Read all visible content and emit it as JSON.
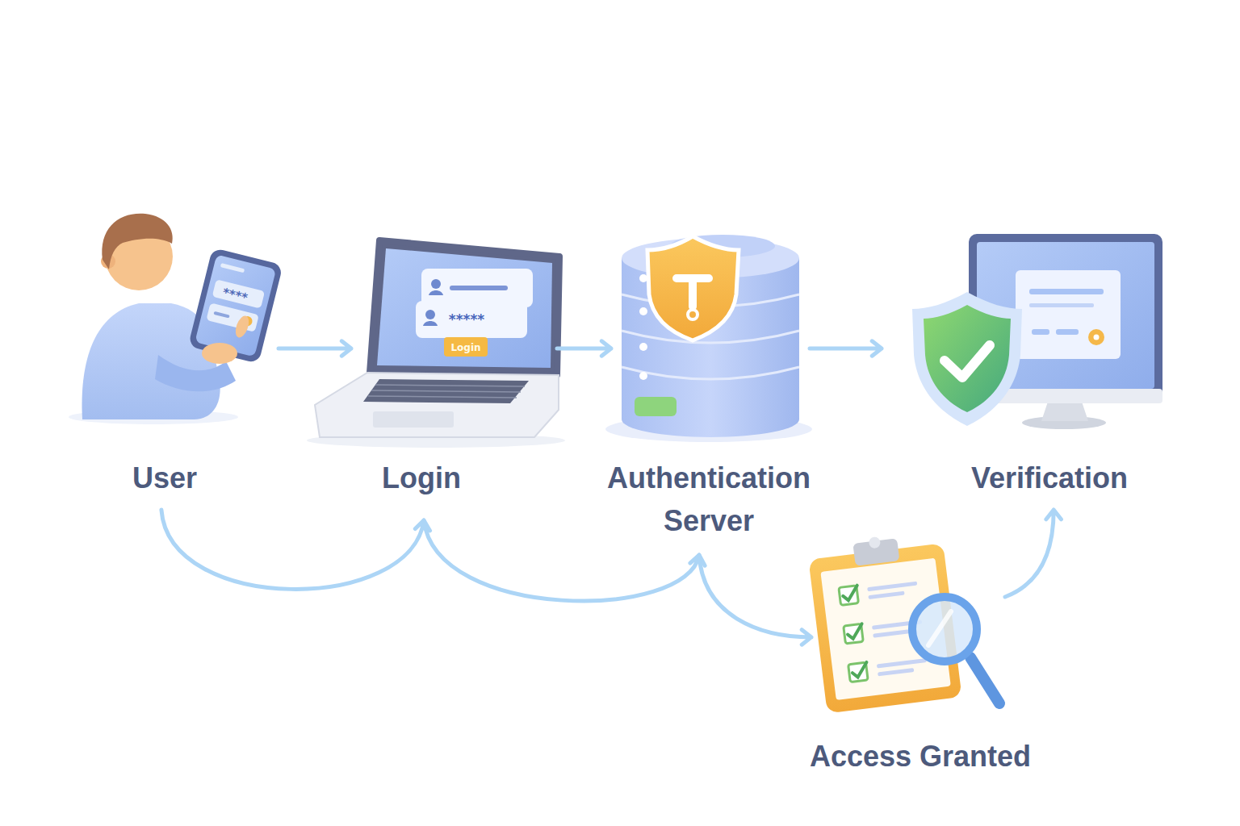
{
  "diagram": {
    "nodes": [
      {
        "text": [
          "User"
        ]
      },
      {
        "text": [
          "Login"
        ]
      },
      {
        "text": [
          "Authentication Server"
        ]
      },
      {
        "text": [
          "Verification"
        ]
      },
      {
        "text": [
          "Access Granted"
        ]
      }
    ],
    "edges": [
      {
        "from": 0,
        "to": 1,
        "arrow": "to"
      },
      {
        "from": 1,
        "to": 2,
        "arrow": "to"
      },
      {
        "from": 2,
        "to": 3,
        "arrow": "to"
      },
      {
        "from": 0,
        "to": 1,
        "arrow": "to"
      },
      {
        "from": 1,
        "to": 2,
        "arrow": "to"
      },
      {
        "from": 2,
        "to": 4,
        "arrow": "to"
      },
      {
        "from": 4,
        "to": 3,
        "arrow": "to"
      }
    ],
    "labels": [
      "****",
      "*****",
      "Login"
    ]
  }
}
